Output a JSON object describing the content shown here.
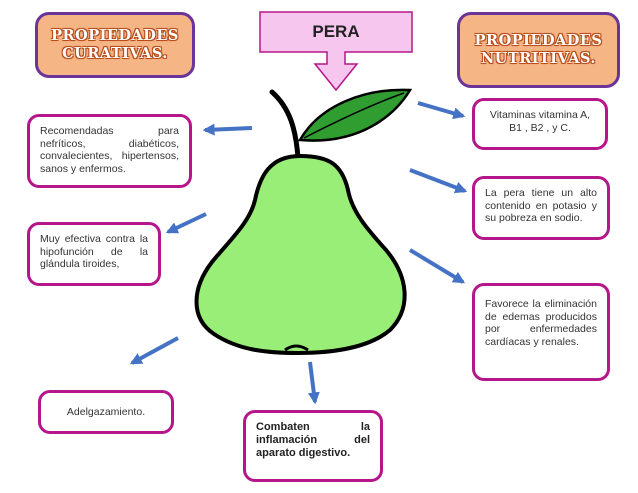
{
  "title": "PERA",
  "headers": {
    "curativas": "PROPIEDADES CURATIVAS.",
    "nutritivas": "PROPIEDADES NUTRITIVAS."
  },
  "curativas": {
    "recomendadas": "Recomendadas para nefríticos, diabéticos, convalecientes, hipertensos, sanos y enfermos.",
    "tiroides": "Muy efectiva contra la hipofunción de la glándula tiroides,",
    "adelgazamiento": "Adelgazamiento.",
    "digestivo": "Combaten la inflamación del aparato digestivo."
  },
  "nutritivas": {
    "vitaminas": "Vitaminas vitamina A, B1 , B2 , y C.",
    "potasio": "La pera tiene un alto contenido en potasio y su pobreza en sodio.",
    "edemas": "Favorece la eliminación de edemas producidos por enfermedades cardíacas y renales."
  },
  "colors": {
    "box_border": "#b5178a",
    "header_fill": "#f6b585",
    "header_border": "#6b3497",
    "title_fill": "#f6c6ee",
    "arrow": "#4472c4",
    "pear_fill": "#99ee77",
    "leaf_fill": "#2f9d2f"
  }
}
